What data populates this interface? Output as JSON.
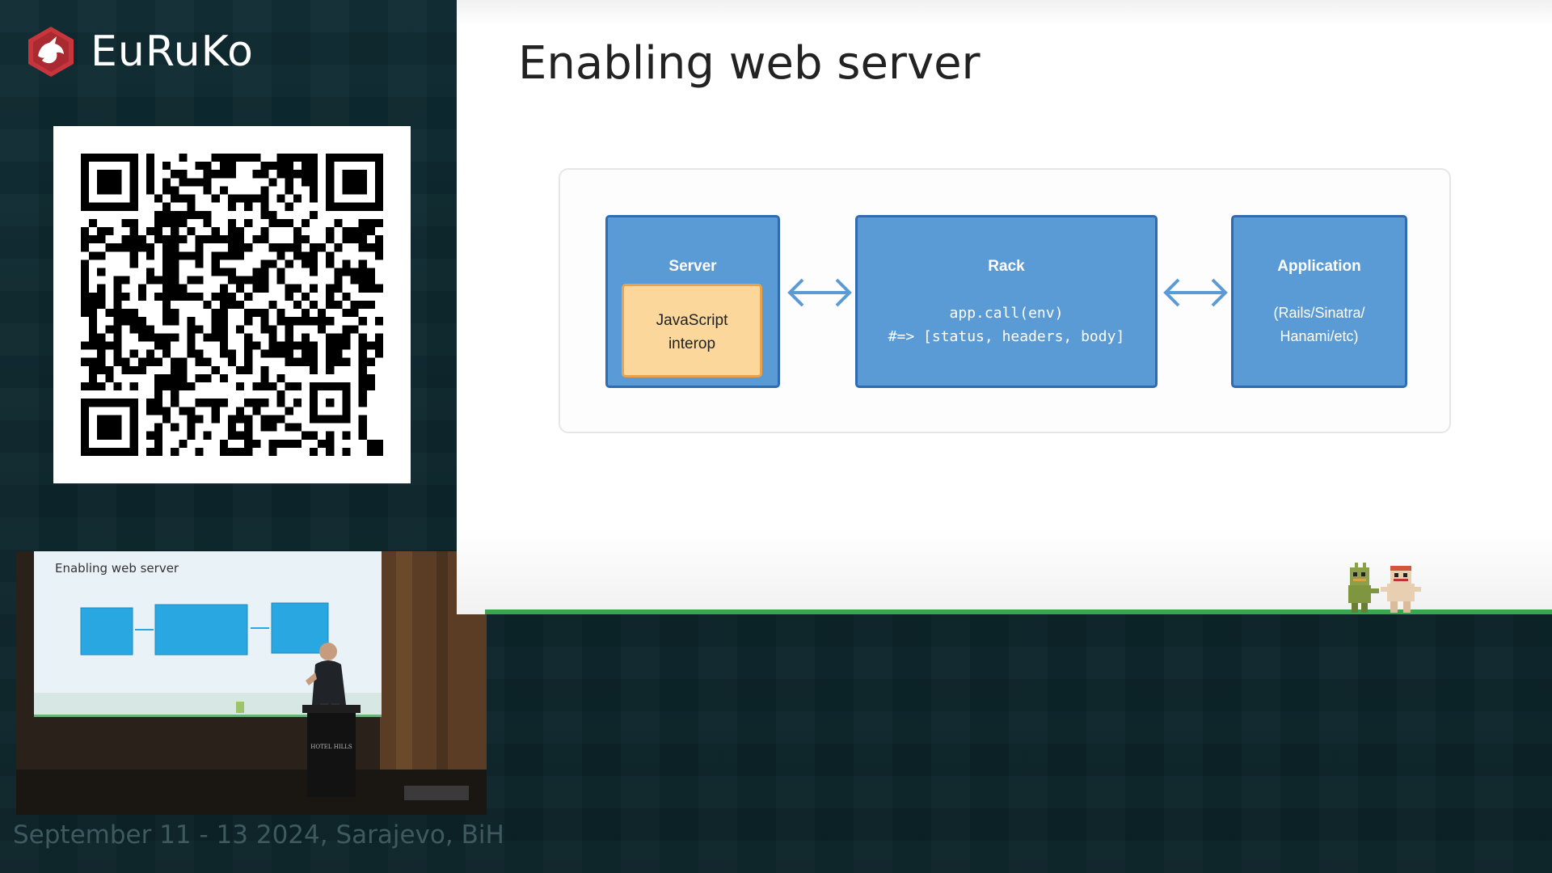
{
  "brand": {
    "name": "EuRuKo",
    "logo_icon": "ruby-bull-logo",
    "logo_color": "#c8353c"
  },
  "qr": {
    "icon": "qr-code-icon"
  },
  "camera": {
    "slide_title": "Enabling web server",
    "podium_text": "HOTEL HILLS"
  },
  "footer": {
    "date": "September 11 - 13 2024, Sarajevo, BiH"
  },
  "slide": {
    "title": "Enabling web server",
    "blocks": {
      "server": {
        "title": "Server",
        "inner": "JavaScript interop"
      },
      "rack": {
        "title": "Rack",
        "line1": "app.call(env)",
        "line2": "#=> [status, headers, body]"
      },
      "application": {
        "title": "Application",
        "line1": "(Rails/Sinatra/",
        "line2": "Hanami/etc)"
      }
    },
    "colors": {
      "block_fill": "#5b9bd5",
      "block_border": "#2f6bb1",
      "inner_fill": "#fbd79b",
      "arrow": "#5b9bd5"
    }
  }
}
